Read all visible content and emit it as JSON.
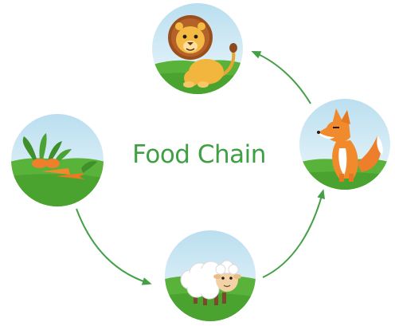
{
  "title": "Food Chain",
  "nodes": [
    {
      "id": "carrots",
      "name": "carrots"
    },
    {
      "id": "sheep",
      "name": "sheep"
    },
    {
      "id": "fox",
      "name": "fox"
    },
    {
      "id": "lion",
      "name": "lion"
    }
  ],
  "edges": [
    {
      "from": "carrots",
      "to": "sheep"
    },
    {
      "from": "sheep",
      "to": "fox"
    },
    {
      "from": "fox",
      "to": "lion"
    }
  ],
  "colors": {
    "title": "#3e9f43",
    "arrow": "#43a047",
    "sky_top": "#cfe8f3",
    "grass": "#5cb83c"
  }
}
